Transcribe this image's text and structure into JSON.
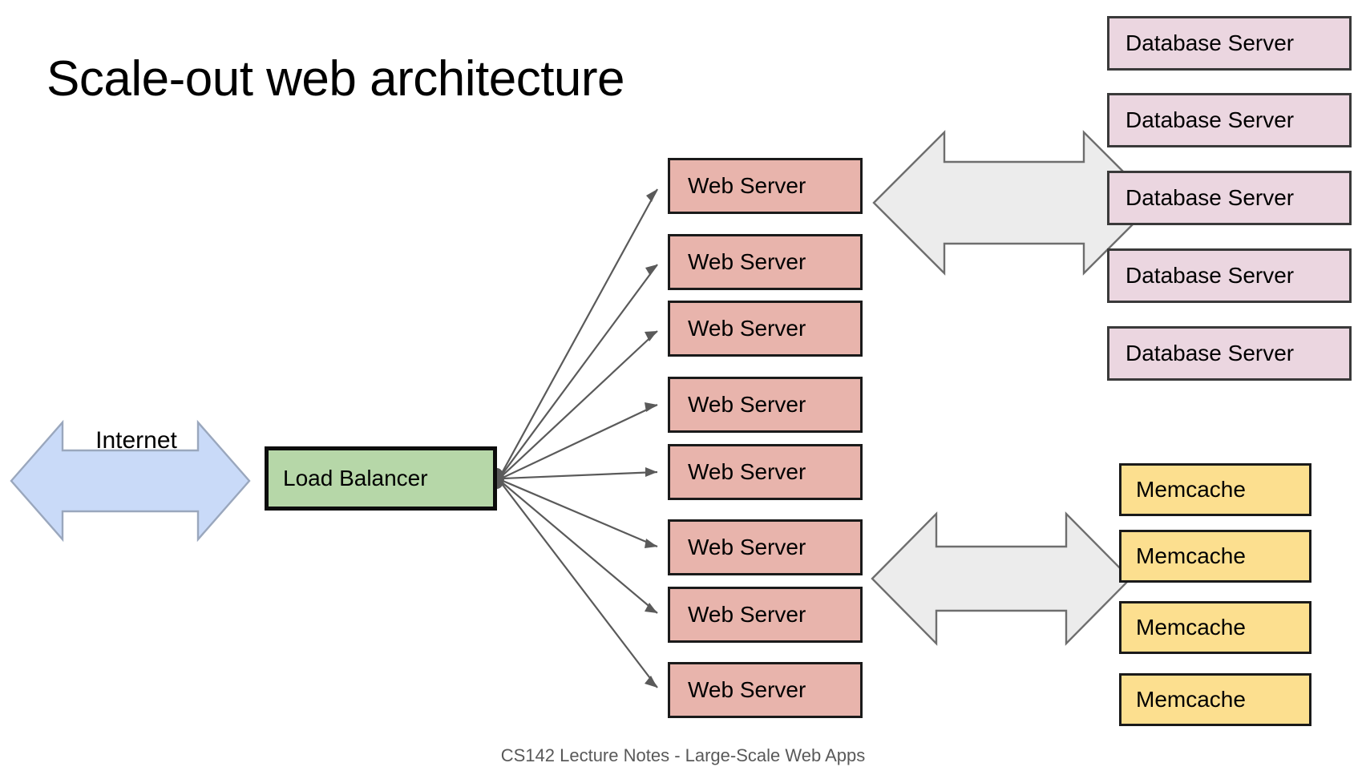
{
  "slide": {
    "title": "Scale-out web architecture",
    "footer": "CS142 Lecture Notes - Large-Scale Web Apps",
    "background": "#FFFFFF"
  },
  "colors": {
    "web_server_fill": "#E8B4AC",
    "database_fill": "#EBD6E0",
    "memcache_fill": "#FCDF8F",
    "load_balancer_fill": "#B6D7A8",
    "internet_arrow_fill": "#C9DAF8",
    "big_arrow_fill": "#ECECEC",
    "connector_stroke": "#5A5A5A",
    "title_color": "#000000",
    "footer_color": "#595959"
  },
  "internet": {
    "label": "Internet",
    "shape": "double-headed-arrow"
  },
  "load_balancer": {
    "label": "Load Balancer"
  },
  "web_servers": {
    "label": "Web Server",
    "count": 8,
    "items": [
      {
        "label": "Web Server"
      },
      {
        "label": "Web Server"
      },
      {
        "label": "Web Server"
      },
      {
        "label": "Web Server"
      },
      {
        "label": "Web Server"
      },
      {
        "label": "Web Server"
      },
      {
        "label": "Web Server"
      },
      {
        "label": "Web Server"
      }
    ]
  },
  "databases": {
    "label": "Database Server",
    "count": 5,
    "items": [
      {
        "label": "Database Server"
      },
      {
        "label": "Database Server"
      },
      {
        "label": "Database Server"
      },
      {
        "label": "Database Server"
      },
      {
        "label": "Database Server"
      }
    ]
  },
  "memcaches": {
    "label": "Memcache",
    "count": 4,
    "items": [
      {
        "label": "Memcache"
      },
      {
        "label": "Memcache"
      },
      {
        "label": "Memcache"
      },
      {
        "label": "Memcache"
      }
    ]
  },
  "connectors": {
    "fanout_count": 8,
    "db_link_shape": "double-headed-arrow",
    "memcache_link_shape": "double-headed-arrow"
  }
}
